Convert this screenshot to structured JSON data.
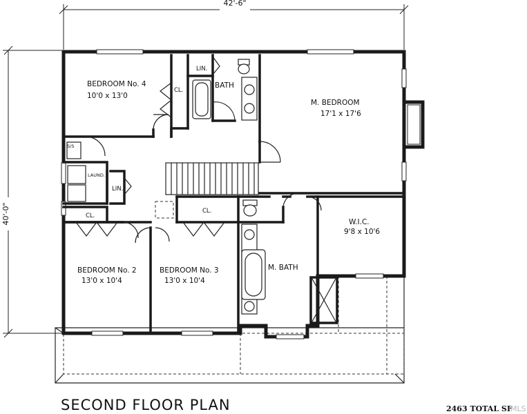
{
  "dimensions": {
    "width": "42'-6\"",
    "depth": "40'-0\""
  },
  "rooms": {
    "bedroom4": {
      "name": "BEDROOM No. 4",
      "size": "10'0 x 13'0"
    },
    "master_bedroom": {
      "name": "M. BEDROOM",
      "size": "17'1 x 17'6"
    },
    "bedroom2": {
      "name": "BEDROOM No. 2",
      "size": "13'0 x 10'4"
    },
    "bedroom3": {
      "name": "BEDROOM No. 3",
      "size": "13'0 x 10'4"
    },
    "wic": {
      "name": "W.I.C.",
      "size": "9'8 x 10'6"
    },
    "master_bath": {
      "name": "M. BATH"
    },
    "bath": {
      "name": "BATH"
    },
    "laundry": {
      "name": "LAUND."
    },
    "linen_top": {
      "name": "LIN."
    },
    "linen_left": {
      "name": "LIN."
    },
    "closet_bed4": {
      "name": "CL."
    },
    "closet_bed2": {
      "name": "CL."
    },
    "closet_bed3": {
      "name": "CL."
    },
    "sink_label": {
      "name": "S/S"
    }
  },
  "title": "SECOND FLOOR PLAN",
  "total_sf": "2463 TOTAL SF",
  "watermark": "MLS"
}
